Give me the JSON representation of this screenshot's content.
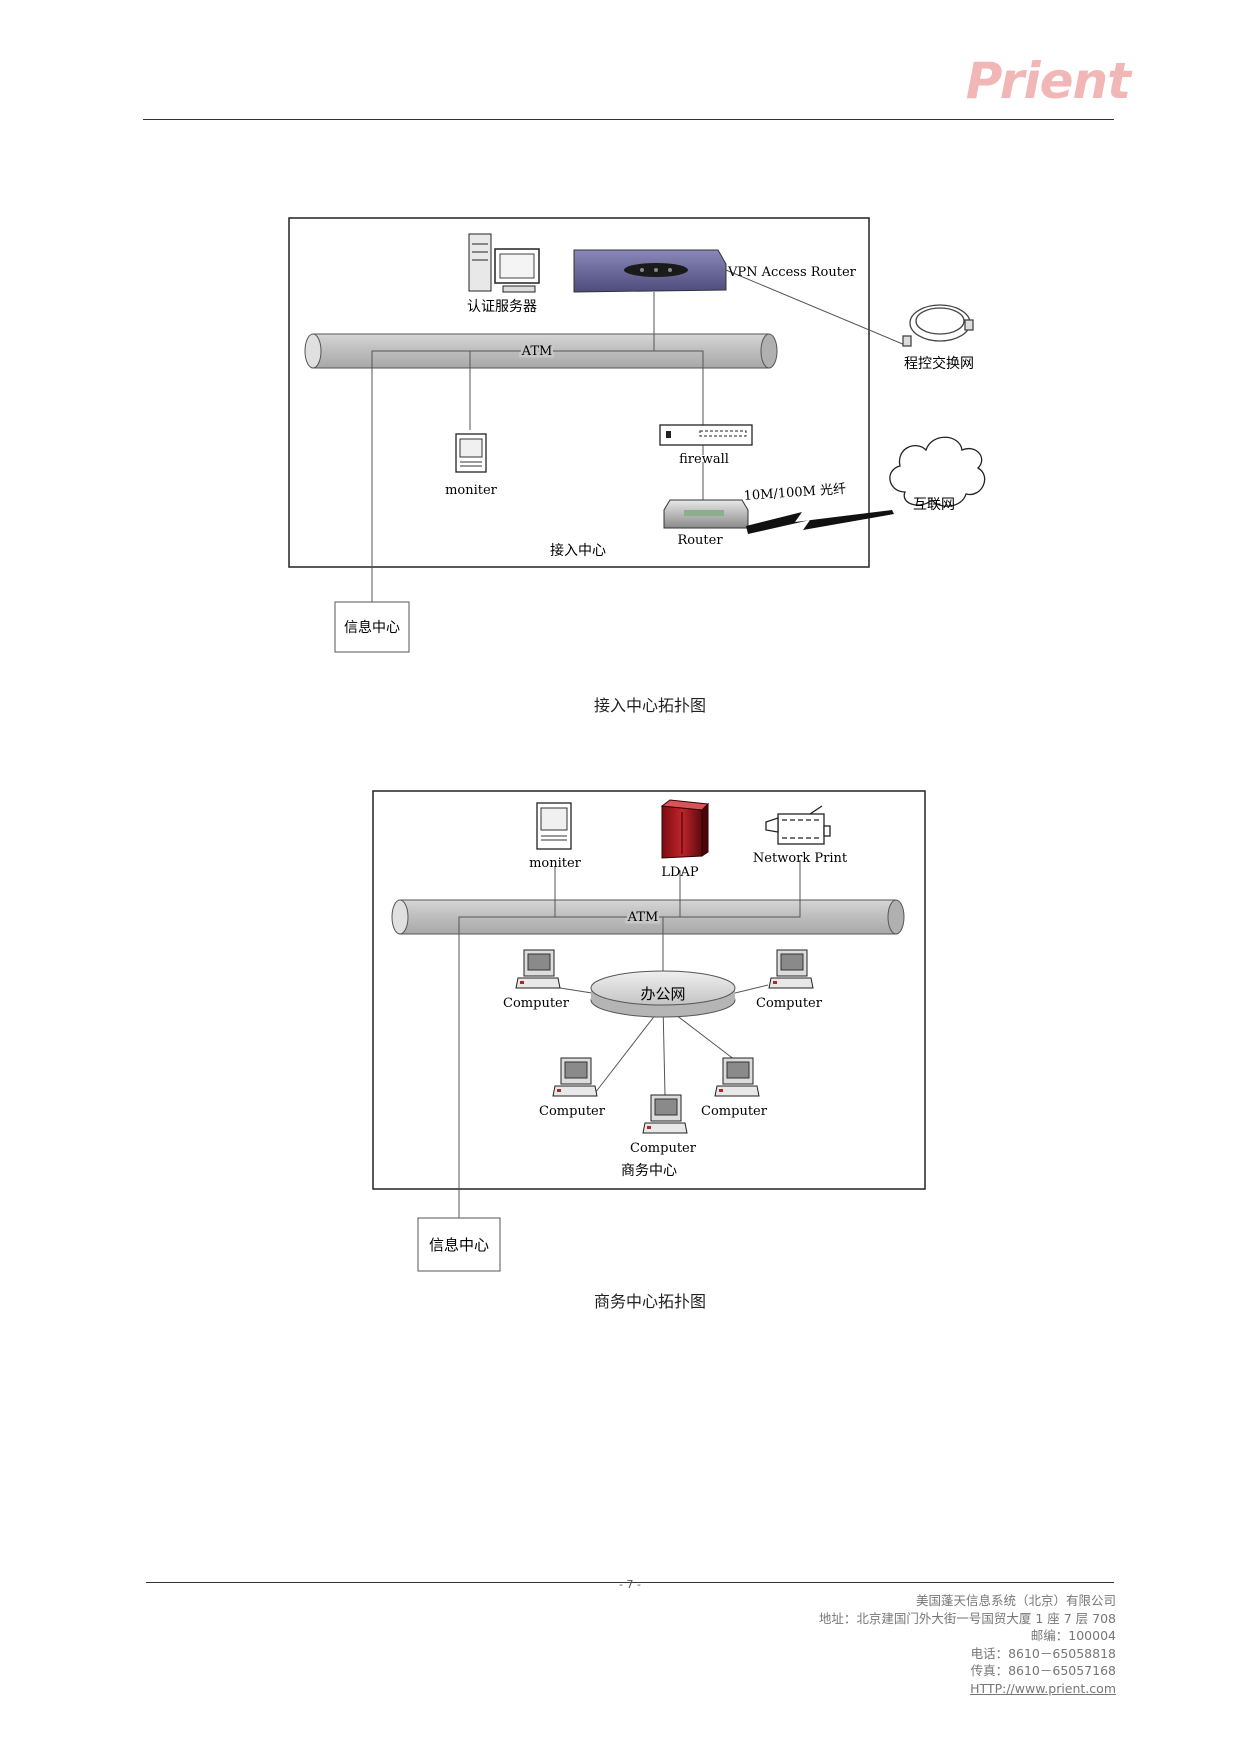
{
  "header": {
    "logo": "Prient"
  },
  "diagram1": {
    "server_label": "认证服务器",
    "vpn_label": "VPN Access Router",
    "pstn_label": "程控交换网",
    "atm_label": "ATM",
    "monitor_label": "moniter",
    "firewall_label": "firewall",
    "fiber_label": "10M/100M 光纤",
    "internet_label": "互联网",
    "router_label": "Router",
    "center_label": "接入中心",
    "info_center_label": "信息中心",
    "caption": "接入中心拓扑图"
  },
  "diagram2": {
    "monitor_label": "moniter",
    "ldap_label": "LDAP",
    "printer_label": "Network Print",
    "atm_label": "ATM",
    "office_net_label": "办公网",
    "computer_label": "Computer",
    "center_label": "商务中心",
    "info_center_label": "信息中心",
    "caption": "商务中心拓扑图"
  },
  "page_number": "- 7 -",
  "footer": {
    "company": "美国蓬天信息系统（北京）有限公司",
    "address": "地址：北京建国门外大街一号国贸大厦 1 座 7 层 708",
    "postcode": "邮编：100004",
    "phone": "电话：8610－65058818",
    "fax": "传真：8610－65057168",
    "url": "HTTP://www.prient.com"
  }
}
